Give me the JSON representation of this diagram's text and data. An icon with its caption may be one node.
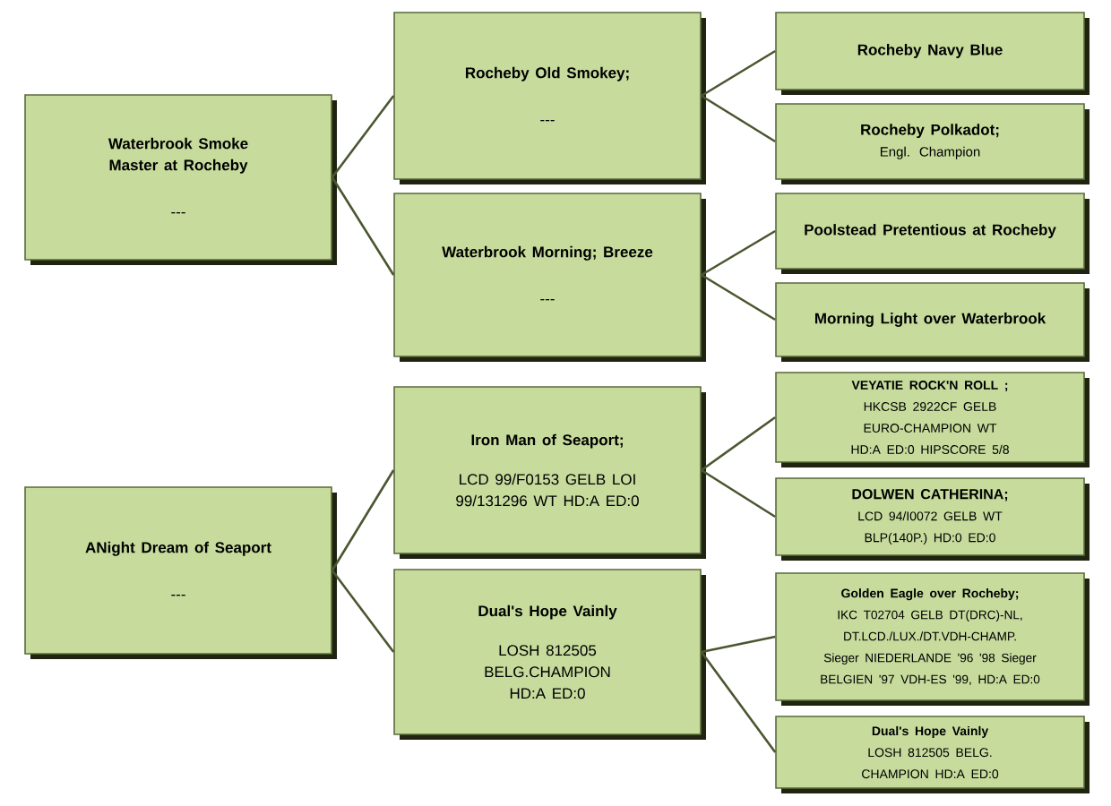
{
  "diagram": {
    "nodes": [
      {
        "text": [
          "Waterbrook Smoke Master at Rocheby",
          "---"
        ]
      },
      {
        "text": [
          "Rocheby Old Smokey;",
          "---"
        ]
      },
      {
        "text": [
          "Rocheby Navy Blue"
        ]
      },
      {
        "text": [
          "Rocheby Polkadot;",
          "Engl. Champion"
        ]
      },
      {
        "text": [
          "Waterbrook Morning; Breeze",
          "---"
        ]
      },
      {
        "text": [
          "Poolstead Pretentious at Rocheby"
        ]
      },
      {
        "text": [
          "Morning Light over Waterbrook"
        ]
      },
      {
        "text": [
          "ANight Dream of Seaport",
          "---"
        ]
      },
      {
        "text": [
          "Iron Man of Seaport;",
          "LCD 99/F0153 GELB LOI 99/131296 WT HD:A ED:0"
        ]
      },
      {
        "text": [
          "VEYATIE ROCK'N ROLL ;",
          "HKCSB 2922CF GELB EURO-CHAMPION WT HD:A ED:0 HIPSCORE 5/8"
        ]
      },
      {
        "text": [
          "DOLWEN CATHERINA;",
          "LCD 94/I0072 GELB WT BLP(140P.) HD:0 ED:0"
        ]
      },
      {
        "text": [
          "Dual's Hope Vainly",
          "LOSH 812505 BELG.CHAMPION HD:A ED:0"
        ]
      },
      {
        "text": [
          "Golden Eagle over Rocheby;",
          "IKC T02704 GELB DT(DRC)-NL, DT.LCD./LUX./DT.VDH-CHAMP. Sieger NIEDERLANDE '96 '98 Sieger BELGIEN '97 VDH-ES '99, HD:A ED:0"
        ]
      },
      {
        "text": [
          "Dual's Hope Vainly",
          "LOSH 812505 BELG. CHAMPION HD:A ED:0"
        ]
      }
    ],
    "edges": [
      {
        "from": 0,
        "to": 1,
        "arrow": "none"
      },
      {
        "from": 0,
        "to": 4,
        "arrow": "none"
      },
      {
        "from": 1,
        "to": 2,
        "arrow": "none"
      },
      {
        "from": 1,
        "to": 3,
        "arrow": "none"
      },
      {
        "from": 4,
        "to": 5,
        "arrow": "none"
      },
      {
        "from": 4,
        "to": 6,
        "arrow": "none"
      },
      {
        "from": 7,
        "to": 8,
        "arrow": "none"
      },
      {
        "from": 7,
        "to": 11,
        "arrow": "none"
      },
      {
        "from": 8,
        "to": 9,
        "arrow": "none"
      },
      {
        "from": 8,
        "to": 10,
        "arrow": "none"
      },
      {
        "from": 11,
        "to": 12,
        "arrow": "none"
      },
      {
        "from": 11,
        "to": 13,
        "arrow": "none"
      }
    ]
  }
}
